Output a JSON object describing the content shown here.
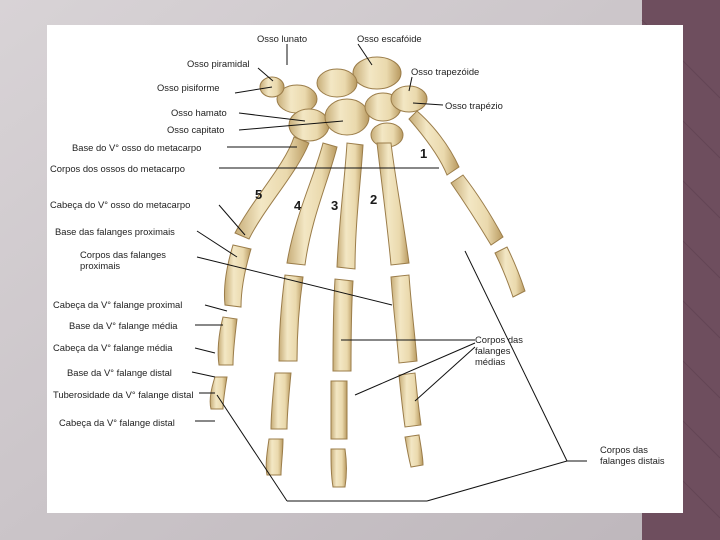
{
  "colors": {
    "slide_background": "#c9c3c7",
    "right_strip": "#6e4e5e",
    "panel": "#ffffff",
    "bone_fill": "#eee0b8",
    "bone_shade": "#c7ad78",
    "leader_line": "#111111"
  },
  "labels": {
    "lunato": "Osso lunato",
    "escafoide": "Osso escafóide",
    "piramidal": "Osso piramidal",
    "trapezoide": "Osso trapezóide",
    "pisiforme": "Osso pisiforme",
    "trapezio": "Osso trapézio",
    "hamato": "Osso hamato",
    "capitato": "Osso capitato",
    "base_v_metacarpo": "Base do V° osso do metacarpo",
    "corpos_metacarpo": "Corpos dos ossos do metacarpo",
    "cabeca_v_metacarpo": "Cabeça do V° osso do metacarpo",
    "base_falanges_proximais": "Base das falanges proximais",
    "corpos_falanges_proximais": "Corpos das falanges proximais",
    "cabeca_v_falange_proximal": "Cabeça da V° falange proximal",
    "base_v_falange_media": "Base da V° falange média",
    "cabeca_v_falange_media": "Cabeça da V° falange média",
    "base_v_falange_distal": "Base da V° falange distal",
    "tuberosidade_v_falange_distal": "Tuberosidade da V° falange distal",
    "cabeca_v_falange_distal": "Cabeça da V° falange distal",
    "corpos_falanges_medias": "Corpos das falanges médias",
    "corpos_falanges_distais": "Corpos das falanges distais"
  },
  "digit_numbers": {
    "one": "1",
    "two": "2",
    "three": "3",
    "four": "4",
    "five": "5"
  }
}
